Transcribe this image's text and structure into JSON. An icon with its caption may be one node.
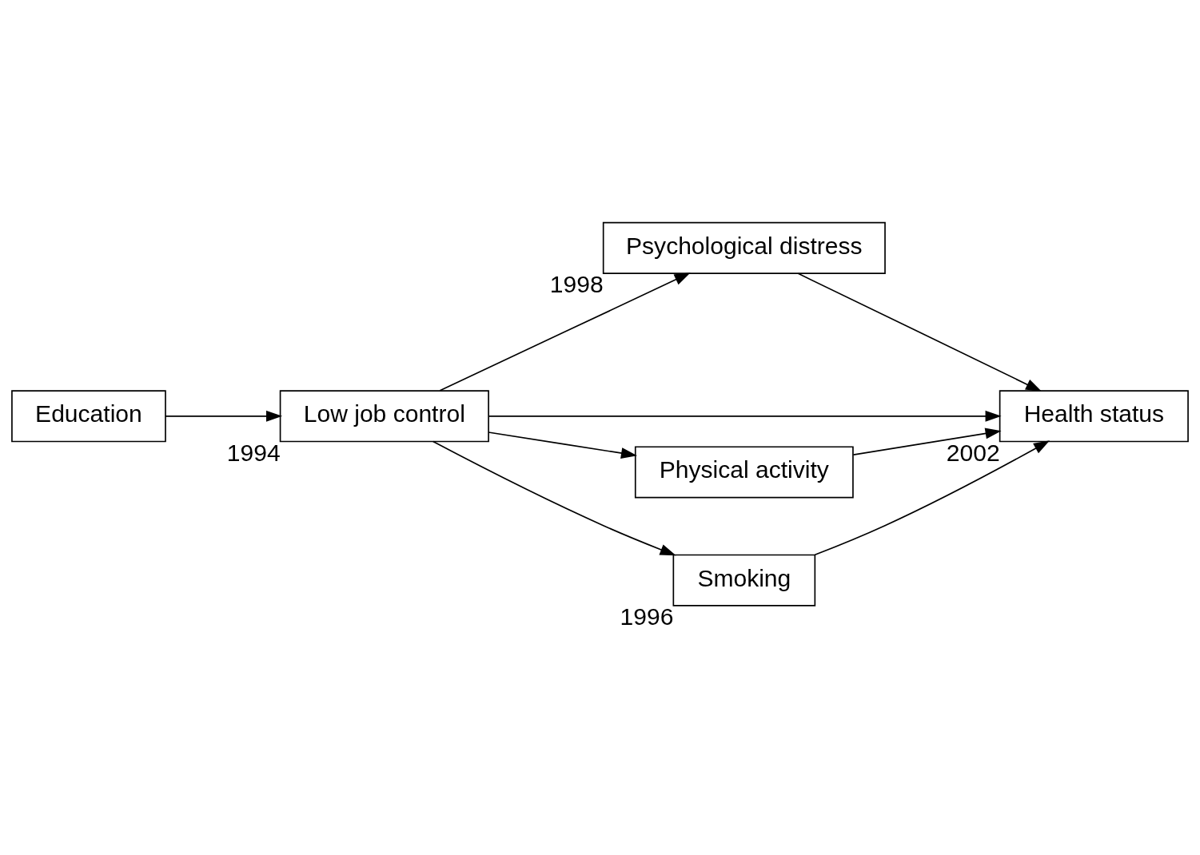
{
  "diagram": {
    "nodes": [
      {
        "text": [
          "Education"
        ]
      },
      {
        "text": [
          "Low job control"
        ],
        "beside": [
          "1994"
        ]
      },
      {
        "text": [
          "Psychological distress"
        ],
        "beside": [
          "1998"
        ]
      },
      {
        "text": [
          "Health status"
        ],
        "beside": [
          "2002"
        ]
      },
      {
        "text": [
          "Physical activity"
        ]
      },
      {
        "text": [
          "Smoking"
        ],
        "beside": [
          "1996"
        ]
      }
    ],
    "edges": [
      {
        "from": 0,
        "to": 1,
        "arrow": "to"
      },
      {
        "from": 1,
        "to": 2,
        "arrow": "to"
      },
      {
        "from": 1,
        "to": 3,
        "arrow": "to"
      },
      {
        "from": 1,
        "to": 4,
        "arrow": "to"
      },
      {
        "from": 1,
        "to": 5,
        "arrow": "to"
      },
      {
        "from": 2,
        "to": 3,
        "arrow": "to"
      },
      {
        "from": 4,
        "to": 3,
        "arrow": "to"
      },
      {
        "from": 5,
        "to": 3,
        "arrow": "to"
      }
    ]
  }
}
